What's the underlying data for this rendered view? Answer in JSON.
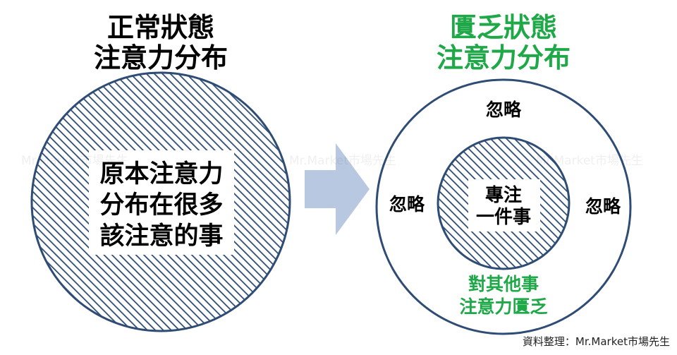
{
  "left": {
    "title_line1": "正常狀態",
    "title_line2": "注意力分布",
    "box_line1": "原本注意力",
    "box_line2": "分布在很多",
    "box_line3": "該注意的事"
  },
  "right": {
    "title_line1": "匱乏狀態",
    "title_line2": "注意力分布",
    "ignore_top": "忽略",
    "ignore_left": "忽略",
    "ignore_right": "忽略",
    "focus_line1": "專注",
    "focus_line2": "一件事",
    "scarcity_line1": "對其他事",
    "scarcity_line2": "注意力匱乏"
  },
  "credit": "資料整理：Mr.Market市場先生",
  "watermark": "Mr.Market市場先生",
  "colors": {
    "title_black": "#000000",
    "title_green": "#1fa848",
    "circle_stroke": "#2f4d74",
    "hatch": "#2f4d74",
    "arrow": "#b7c8e0"
  }
}
